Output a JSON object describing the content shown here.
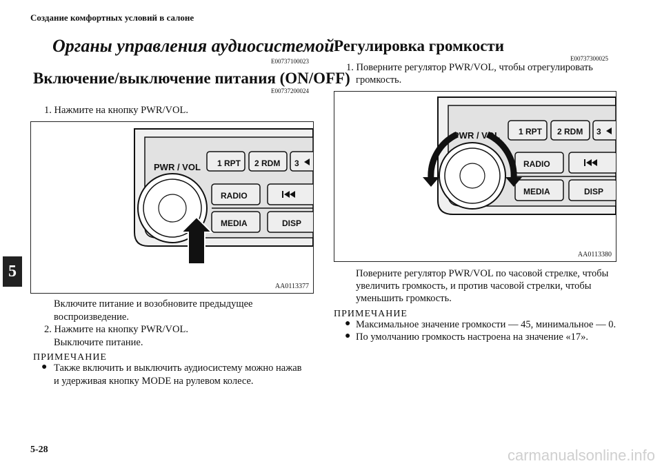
{
  "header": {
    "title": "Создание комфортных условий в салоне"
  },
  "chapter": "5",
  "left": {
    "main_heading": "Органы управления аудиосистемой",
    "main_code": "E00737100023",
    "sub_heading": "Включение/выключение питания (ON/OFF)",
    "sub_code": "E00737200024",
    "step1": "1. Нажмите на кнопку PWR/VOL.",
    "figure_code": "AA0113377",
    "after1_line1": "Включите питание и возобновите предыдущее",
    "after1_line2": "воспроизведение.",
    "step2": "2. Нажмите на кнопку PWR/VOL.",
    "after2": "Выключите питание.",
    "note_heading": "ПРИМЕЧАНИЕ",
    "note_line1": "Также включить и выключить аудиосистему можно нажав",
    "note_line2": "и удерживая кнопку MODE на рулевом колесе."
  },
  "right": {
    "heading": "Регулировка громкости",
    "code": "E00737300025",
    "step1_line1": "1. Поверните регулятор PWR/VOL, чтобы отрегулировать",
    "step1_line2": "громкость.",
    "figure_code": "AA0113380",
    "desc_line1": "Поверните регулятор PWR/VOL по часовой стрелке, чтобы",
    "desc_line2": "увеличить громкость, и против часовой стрелки, чтобы",
    "desc_line3": "уменьшить громкость.",
    "note_heading": "ПРИМЕЧАНИЕ",
    "note1": "Максимальное значение громкости — 45, минимальное — 0.",
    "note2": "По умолчанию громкость настроена на значение «17»."
  },
  "radio_labels": {
    "pwr_vol": "PWR / VOL",
    "rpt": "1 RPT",
    "rdm": "2 RDM",
    "three": "3",
    "radio": "RADIO",
    "media": "MEDIA",
    "disp": "DISP"
  },
  "footer": {
    "page": "5-28"
  },
  "watermark": "carmanualsonline.info"
}
